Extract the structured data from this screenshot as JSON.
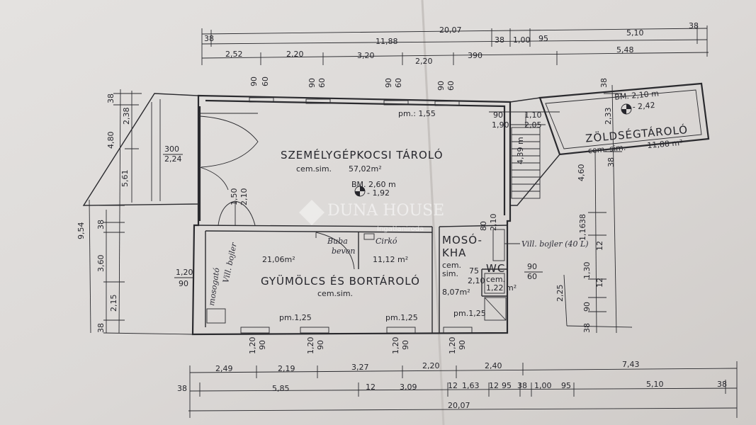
{
  "dimensions": {
    "top_total": "20,07",
    "top_row1": [
      "38",
      "11,88",
      "38",
      "1,00",
      "95",
      "5,10",
      "38"
    ],
    "top_row2": [
      "2,52",
      "2,20",
      "3,20",
      "2,20",
      "390",
      "5,48"
    ],
    "window_marks_top": [
      "90",
      "60",
      "90",
      "60",
      "90",
      "60",
      "90",
      "60"
    ],
    "bottom_row1": [
      "2,49",
      "2,19",
      "3,27",
      "2,20",
      "2,40",
      "7,43"
    ],
    "bottom_row2": [
      "38",
      "5,85",
      "12",
      "3,09",
      "12",
      "1,63",
      "12",
      "95",
      "38",
      "1,00",
      "95",
      "5,10",
      "38"
    ],
    "bottom_total": "20,07",
    "window_marks_bottom": [
      "1,20",
      "90",
      "1,20",
      "90",
      "1,20",
      "90",
      "1,20",
      "90"
    ],
    "left_outer": [
      "9,54"
    ],
    "left_col1": [
      "38",
      "4,80",
      "5,61",
      "38",
      "3,60",
      "2,15",
      "38"
    ],
    "left_col2": [
      "2,38"
    ],
    "right_col1": [
      "38",
      "2,33",
      "38",
      "4,60",
      "2,25"
    ],
    "right_col2": [
      "1,16",
      "38",
      "12",
      "1,30",
      "12",
      "90",
      "38"
    ]
  },
  "rooms": {
    "garage": {
      "name": "SZEMÉLYGÉPKOCSI TÁROLÓ",
      "floor": "cem.sim.",
      "area": "57,02m²",
      "level_label": "BM. 2,60 m",
      "level_value": "- 1,92",
      "pm": "pm.: 1,55"
    },
    "cellar": {
      "name": "GYÜMÖLCS ÉS BORTÁROLÓ",
      "floor": "cem.sim.",
      "area_left": "21,06m²",
      "area_right": "11,12 m²",
      "pm_labels": [
        "pm.1,25",
        "pm.1,25",
        "pm.1,25"
      ]
    },
    "laundry": {
      "name_line1": "MOSÓ-",
      "name_line2": "KHA",
      "floor_line1": "cem.",
      "floor_line2": "sim.",
      "area": "8,07m²"
    },
    "wc": {
      "name": "WC",
      "floor": "cem.",
      "area": "1,22 m²"
    },
    "veg_store": {
      "name": "ZÖLDSÉGTÁROLÓ",
      "floor": "cem. sim.",
      "area": "11,88 m²",
      "level_label": "BM. 2,10 m",
      "level_value": "- 2,42"
    }
  },
  "openings": {
    "garage_gate": [
      "300",
      "2,24"
    ],
    "inner_door": [
      "1,50",
      "2,10"
    ],
    "laundry_door": [
      "75",
      "2,10"
    ],
    "stair_marks": [
      "90",
      "1,90",
      "1,10",
      "2,05"
    ],
    "stair_rise": "4,39 m",
    "left_window": [
      "1,20",
      "90"
    ],
    "right_window": [
      "90",
      "60"
    ],
    "laundry_window": [
      "80",
      "2,10"
    ]
  },
  "handwritten": {
    "boiler": "Vill. bojler (40 L)",
    "left_wall": "Vill. bojler",
    "cask_1": "Buba",
    "cask_2": "bevon",
    "cirko": "Cirkó",
    "drain": "mosogató"
  },
  "watermark": {
    "brand": "DUNA HOUSE",
    "sub": "Ingatlaniroda"
  }
}
